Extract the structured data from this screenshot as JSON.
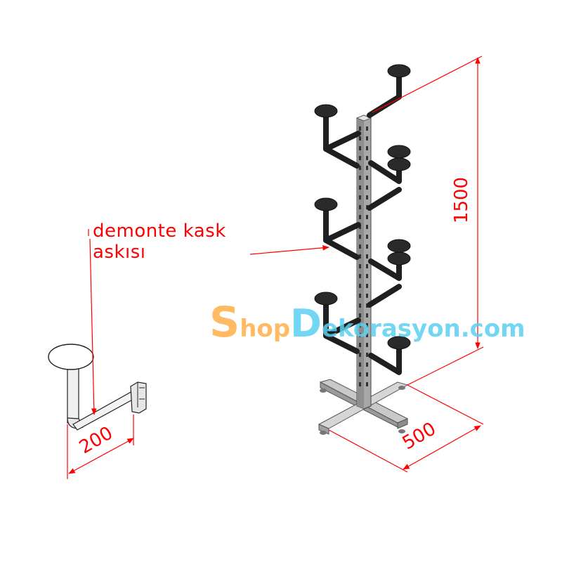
{
  "diagram": {
    "type": "technical-product-drawing",
    "subject": "helmet display stand with removable helmet hangers",
    "callout": {
      "line1": "demonte kask",
      "line2": "askısı"
    },
    "dimensions": {
      "height": "1500",
      "base_width": "500",
      "arm_length": "200"
    },
    "watermark": {
      "first_letter": "S",
      "first_rest": "hop",
      "second_letter": "D",
      "second_rest": "ekorasyon.com",
      "colors": {
        "shop": "#ffb04a",
        "dekorasyon": "#5bd0f0"
      }
    },
    "colors": {
      "dimension_lines": "#ff0000",
      "pole": "#9a9a9a",
      "arms": "#222222",
      "helmet_pads": "#2a2a2a"
    }
  }
}
